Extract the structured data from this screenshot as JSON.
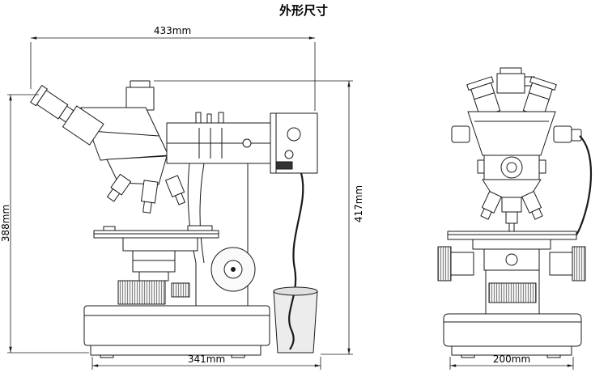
{
  "title": "外形尺寸",
  "dimensions": {
    "overall_width": "433mm",
    "overall_height_left": "388mm",
    "overall_height_right": "417mm",
    "base_depth": "341mm",
    "base_width": "200mm"
  },
  "drawing": {
    "left_view": "microscope-side-view",
    "right_view": "microscope-front-view"
  },
  "colors": {
    "line": "#1a1a1a",
    "background": "#ffffff"
  }
}
